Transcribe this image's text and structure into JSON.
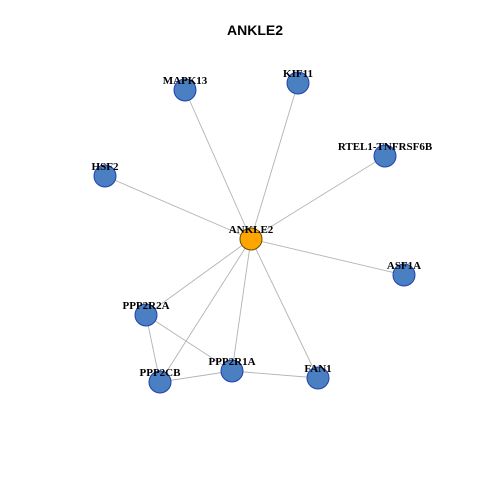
{
  "title": "ANKLE2",
  "colors": {
    "node_fill": "#4a7fc1",
    "hub_fill": "#ffa500",
    "edge": "#b3b3b3"
  },
  "nodes": [
    {
      "id": "ANKLE2",
      "label": "ANKLE2",
      "hub": true
    },
    {
      "id": "MAPK13",
      "label": "MAPK13",
      "hub": false
    },
    {
      "id": "KIF11",
      "label": "KIF11",
      "hub": false
    },
    {
      "id": "RTEL1-TNFRSF6B",
      "label": "RTEL1-TNFRSF6B",
      "hub": false
    },
    {
      "id": "HSF2",
      "label": "HSF2",
      "hub": false
    },
    {
      "id": "ASF1A",
      "label": "ASF1A",
      "hub": false
    },
    {
      "id": "PPP2R2A",
      "label": "PPP2R2A",
      "hub": false
    },
    {
      "id": "PPP2R1A",
      "label": "PPP2R1A",
      "hub": false
    },
    {
      "id": "PPP2CB",
      "label": "PPP2CB",
      "hub": false
    },
    {
      "id": "FAN1",
      "label": "FAN1",
      "hub": false
    }
  ],
  "edges": [
    [
      "ANKLE2",
      "MAPK13"
    ],
    [
      "ANKLE2",
      "KIF11"
    ],
    [
      "ANKLE2",
      "RTEL1-TNFRSF6B"
    ],
    [
      "ANKLE2",
      "HSF2"
    ],
    [
      "ANKLE2",
      "ASF1A"
    ],
    [
      "ANKLE2",
      "PPP2R2A"
    ],
    [
      "ANKLE2",
      "PPP2R1A"
    ],
    [
      "ANKLE2",
      "PPP2CB"
    ],
    [
      "ANKLE2",
      "FAN1"
    ],
    [
      "PPP2R2A",
      "PPP2CB"
    ],
    [
      "PPP2R2A",
      "PPP2R1A"
    ],
    [
      "PPP2CB",
      "PPP2R1A"
    ],
    [
      "PPP2R1A",
      "FAN1"
    ]
  ]
}
